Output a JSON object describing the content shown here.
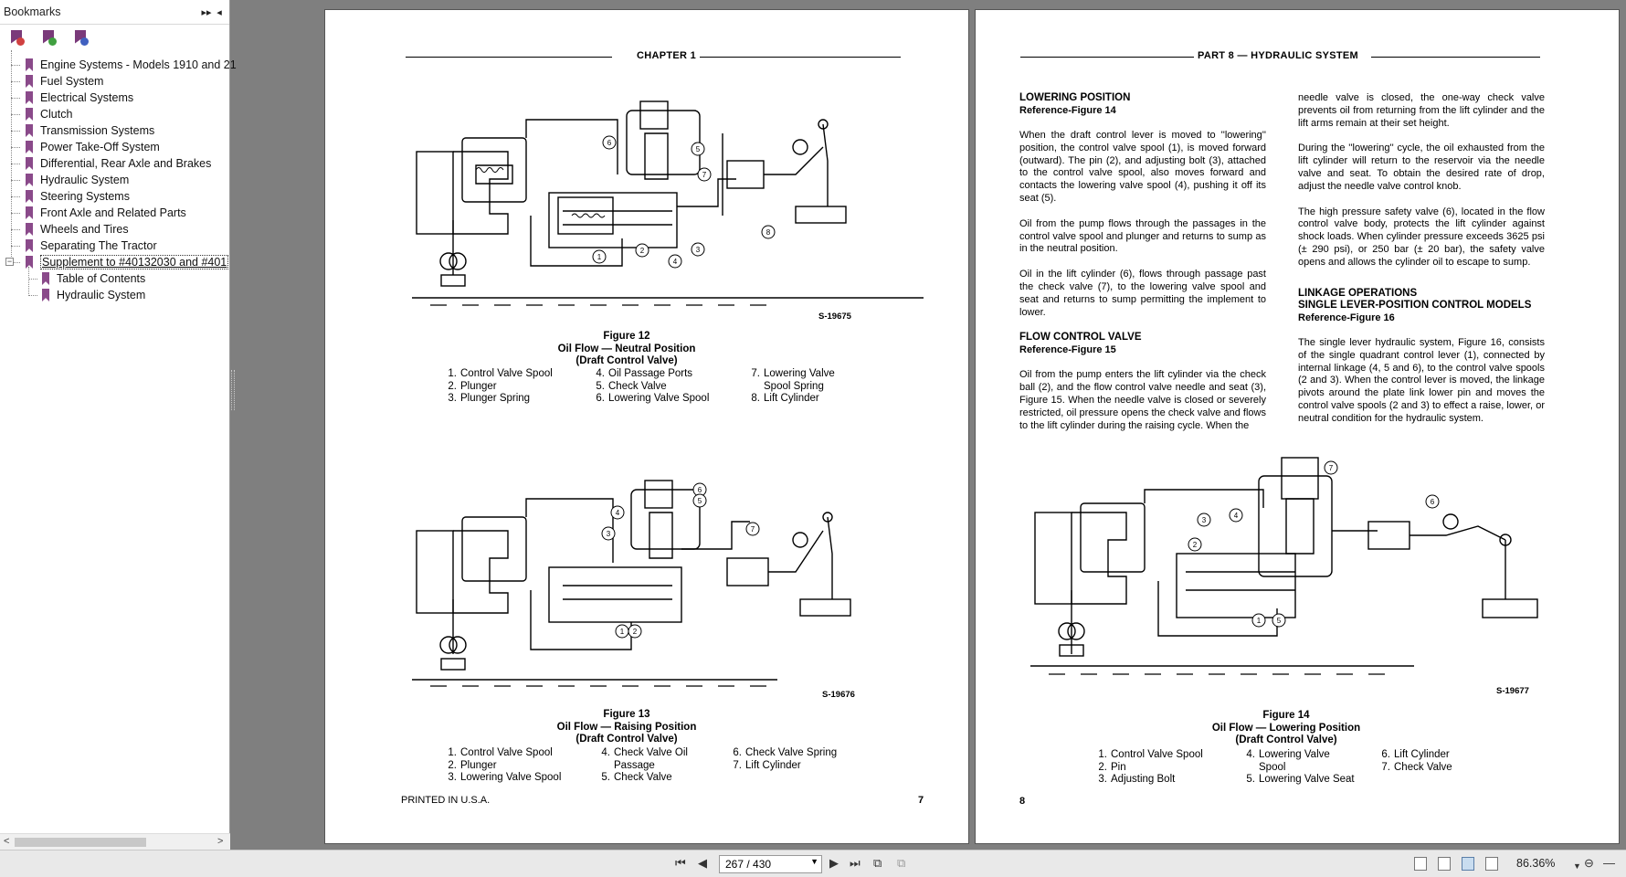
{
  "sidebar": {
    "title": "Bookmarks",
    "controls": [
      "▸▸",
      "◂"
    ],
    "tools": [
      {
        "icon": "bookmark-options-icon",
        "color": "#d04040"
      },
      {
        "icon": "bookmark-expand-icon",
        "color": "#40a040"
      },
      {
        "icon": "bookmark-find-icon",
        "color": "#4060c0"
      }
    ],
    "items": [
      {
        "label": "Engine Systems - Models 1910 and 21"
      },
      {
        "label": "Fuel System"
      },
      {
        "label": "Electrical Systems"
      },
      {
        "label": "Clutch"
      },
      {
        "label": "Transmission Systems"
      },
      {
        "label": "Power Take-Off System"
      },
      {
        "label": "Differential, Rear Axle and Brakes"
      },
      {
        "label": "Hydraulic System"
      },
      {
        "label": "Steering Systems"
      },
      {
        "label": "Front Axle and Related Parts"
      },
      {
        "label": "Wheels and Tires"
      },
      {
        "label": "Separating The Tractor"
      },
      {
        "label": "Supplement to #40132030 and #401"
      }
    ],
    "children": [
      {
        "label": "Table of Contents"
      },
      {
        "label": "Hydraulic System"
      }
    ]
  },
  "left_page": {
    "header": "CHAPTER 1",
    "fig12": {
      "id": "S-19675",
      "caption": [
        "Figure 12",
        "Oil Flow — Neutral Position",
        "(Draft Control Valve)"
      ],
      "legend": [
        {
          "n": "1.",
          "t": "Control Valve Spool"
        },
        {
          "n": "2.",
          "t": "Plunger"
        },
        {
          "n": "3.",
          "t": "Plunger Spring"
        },
        {
          "n": "4.",
          "t": "Oil Passage Ports"
        },
        {
          "n": "5.",
          "t": "Check Valve"
        },
        {
          "n": "6.",
          "t": "Lowering Valve Spool"
        },
        {
          "n": "7.",
          "t": "Lowering Valve\nSpool Spring"
        },
        {
          "n": "8.",
          "t": "Lift Cylinder"
        }
      ]
    },
    "fig13": {
      "id": "S-19676",
      "caption": [
        "Figure 13",
        "Oil Flow — Raising Position",
        "(Draft Control Valve)"
      ],
      "legend": [
        {
          "n": "1.",
          "t": "Control Valve Spool"
        },
        {
          "n": "2.",
          "t": "Plunger"
        },
        {
          "n": "3.",
          "t": "Lowering Valve Spool"
        },
        {
          "n": "4.",
          "t": "Check Valve Oil\nPassage"
        },
        {
          "n": "5.",
          "t": "Check Valve"
        },
        {
          "n": "6.",
          "t": "Check Valve Spring"
        },
        {
          "n": "7.",
          "t": "Lift Cylinder"
        }
      ]
    },
    "footer_left": "PRINTED IN U.S.A.",
    "page_number": "7"
  },
  "right_page": {
    "header": "PART 8 — HYDRAULIC SYSTEM",
    "col1": {
      "h1": "LOWERING POSITION",
      "h1_ref": "Reference-Figure 14",
      "p1": "When the draft control lever is moved to ''lowering'' position, the control valve spool (1), is moved forward (outward). The pin (2), and adjusting bolt (3), attached to the control valve spool, also moves forward and contacts the lowering valve spool (4), pushing it off its seat (5).",
      "p2": "Oil from the pump flows through the passages in the control valve spool and plunger and returns to sump as in the neutral position.",
      "p3": "Oil in the lift cylinder (6), flows through passage past the check valve (7), to the lowering valve spool and seat and returns to sump permitting the implement to lower.",
      "h2": "FLOW CONTROL VALVE",
      "h2_ref": "Reference-Figure 15",
      "p4": "Oil from the pump enters the lift cylinder via the check ball (2), and the flow control valve needle and seat (3), Figure 15. When the needle valve is closed or severely restricted, oil pressure opens the check valve and flows to the lift cylinder during the raising cycle. When the"
    },
    "col2": {
      "p1": "needle valve is closed, the one-way check valve prevents oil from returning from the lift cylinder and the lift arms remain at their set height.",
      "p2": "During the ''lowering'' cycle, the oil exhausted from the lift cylinder will return to the reservoir via the needle valve and seat. To obtain the desired rate of drop, adjust the needle valve control knob.",
      "p3": "The high pressure safety valve (6), located in the flow control valve body, protects the lift cylinder against shock loads. When cylinder pressure exceeds 3625 psi (± 290 psi), or 250 bar (± 20 bar), the safety valve opens and allows the cylinder oil to escape to sump.",
      "h1": "LINKAGE OPERATIONS",
      "h2": "SINGLE LEVER-POSITION CONTROL MODELS",
      "h_ref": "Reference-Figure 16",
      "p4": "The single lever hydraulic system, Figure 16, consists of the single quadrant control lever (1), connected by internal linkage (4, 5 and 6), to the control valve spools (2 and 3). When the control lever is moved, the linkage pivots around the plate link lower pin and moves the control valve spools (2 and 3) to effect a raise, lower, or neutral condition for the hydraulic system."
    },
    "fig14": {
      "id": "S-19677",
      "caption": [
        "Figure 14",
        "Oil Flow — Lowering Position",
        "(Draft Control Valve)"
      ],
      "legend": [
        {
          "n": "1.",
          "t": "Control Valve Spool"
        },
        {
          "n": "2.",
          "t": "Pin"
        },
        {
          "n": "3.",
          "t": "Adjusting Bolt"
        },
        {
          "n": "4.",
          "t": "Lowering Valve\nSpool"
        },
        {
          "n": "5.",
          "t": "Lowering Valve Seat"
        },
        {
          "n": "6.",
          "t": "Lift Cylinder"
        },
        {
          "n": "7.",
          "t": "Check Valve"
        }
      ]
    },
    "page_number": "8"
  },
  "toolbar": {
    "page_field": "267 / 430",
    "zoom": "86.36%"
  }
}
